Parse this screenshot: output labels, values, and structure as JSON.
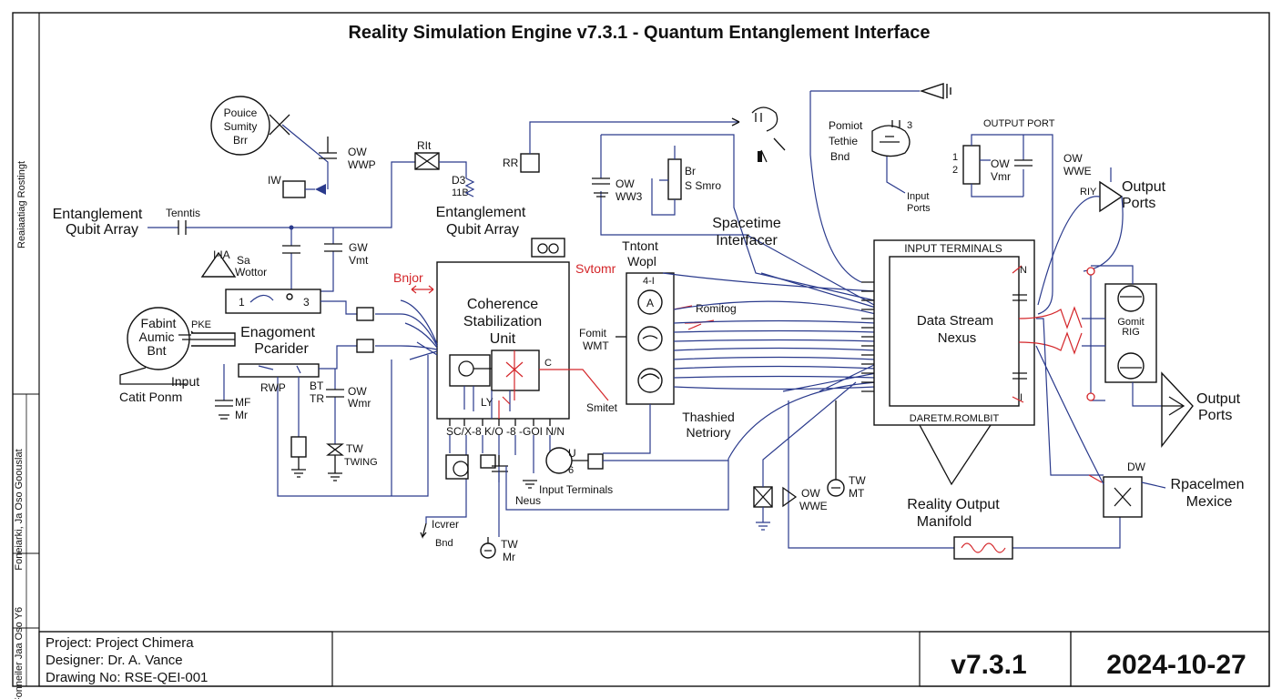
{
  "title": "Reality Simulation Engine v7.3.1 - Quantum Entanglement Interface",
  "side_labels": [
    "Reaiaatiag Rostingt",
    "Foneiarki, Ja Oso Goouslat",
    "Fonneiler Jaa Oso Y6"
  ],
  "labels": {
    "pouice": [
      "Pouice",
      "Sumity",
      "Brr"
    ],
    "ow_wwp": [
      "OW",
      "WWP"
    ],
    "iw": "IW",
    "entangle_left": [
      "Entanglement",
      "Qubit Array"
    ],
    "tenntis": "Tenntis",
    "sa_wottor": [
      "I-IA",
      "Sa",
      "Wottor"
    ],
    "gw_vmt": [
      "GW",
      "Vmt"
    ],
    "eabint": [
      "Fabint",
      "Aumic",
      "Bnt"
    ],
    "pke": "PKE",
    "engagment": [
      "Enagoment",
      "Pcarider"
    ],
    "input": "Input",
    "catit": "Catit Ponm",
    "mf": [
      "MF",
      "Mr"
    ],
    "rwp": "RWP",
    "bt_tr": [
      "BT",
      "TR"
    ],
    "ow_wmr": [
      "OW",
      "Wmr"
    ],
    "tw_twing": [
      "TW",
      "TWING"
    ],
    "ri": "RIt",
    "d3": [
      "D3",
      "11B"
    ],
    "entangle_mid": [
      "Entanglement",
      "Qubit Array"
    ],
    "bnjor": "Bnjor",
    "coherence": [
      "Coherence",
      "Stabilization",
      "Unit"
    ],
    "ly": "LY",
    "pins_bottom": "SC/X-8 K/O -8 -GOI N/N",
    "svtomr": "Svtomr",
    "smitet": "Smitet",
    "iewer": [
      "Icvrer",
      "Bnd"
    ],
    "tw_mr1": [
      "TW",
      "Mr"
    ],
    "neus": "Neus",
    "input_terminals_small": "Input Terminals",
    "rr": "RR",
    "ow_wwb": [
      "OW",
      "WW3"
    ],
    "br_smo": [
      "Br",
      "S  Smro"
    ],
    "tntont": [
      "Tntont",
      "Wopl"
    ],
    "fomit": [
      "Fomit",
      "WMT"
    ],
    "romitog": "Romitog",
    "spacetime": [
      "Spacetime",
      "Interfacer"
    ],
    "thashied": [
      "Thashied",
      "Netriory"
    ],
    "ow_wwe1": [
      "OW",
      "WWE"
    ],
    "tw_mt2": [
      "TW",
      "MT"
    ],
    "input_terminals": "INPUT TERMINALS",
    "data_stream": [
      "Data Stream",
      "Nexus"
    ],
    "daretm": "DARETM.ROMLBIT",
    "reality_output": [
      "Reality Output",
      "Manifold"
    ],
    "pomiot": [
      "Pomiot",
      "Tethie",
      "Bnd"
    ],
    "input_ports": [
      "Input",
      "Ports"
    ],
    "output_port": "OUTPUT PORT",
    "ow_vmr": [
      "OW",
      "Vmr"
    ],
    "ow_wwe2": [
      "OW",
      "WWE"
    ],
    "riy": "RIY",
    "output_ports_top": [
      "Output",
      "Ports"
    ],
    "gomit": [
      "Gomit",
      "RIG"
    ],
    "output_ports_bottom": [
      "Output",
      "Ports"
    ],
    "dw": "DW",
    "rpacelmen": [
      "Rpacelmen",
      "Mexice"
    ]
  },
  "title_block": {
    "project": "Project: Project Chimera",
    "designer": "Designer: Dr. A. Vance",
    "drawing": "Drawing No: RSE-QEI-001",
    "version": "v7.3.1",
    "date": "2024-10-27"
  }
}
